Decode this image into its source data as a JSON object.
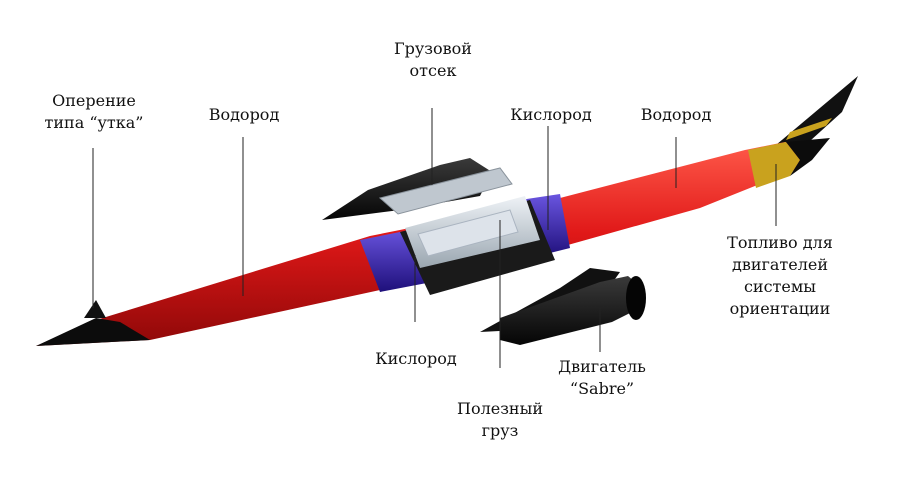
{
  "colors": {
    "hydrogen_tank": "#e01818",
    "oxygen_ring": "#3a1fb0",
    "body": "#111111",
    "attitude_fuel": "#c9a21e",
    "payload_bay": "#cfd6dd",
    "leader_line": "#222222"
  },
  "labels": {
    "canard_line1": "Оперение",
    "canard_line2": "типа “утка”",
    "hydrogen_left": "Водород",
    "bay_line1": "Грузовой",
    "bay_line2": "отсек",
    "oxygen_top": "Кислород",
    "hydrogen_right": "Водород",
    "oxygen_bottom": "Кислород",
    "payload_line1": "Полезный",
    "payload_line2": "груз",
    "engine_line1": "Двигатель",
    "engine_line2": "“Sabre”",
    "fuel_line1": "Топливо для",
    "fuel_line2": "двигателей",
    "fuel_line3": "системы",
    "fuel_line4": "ориентации"
  }
}
